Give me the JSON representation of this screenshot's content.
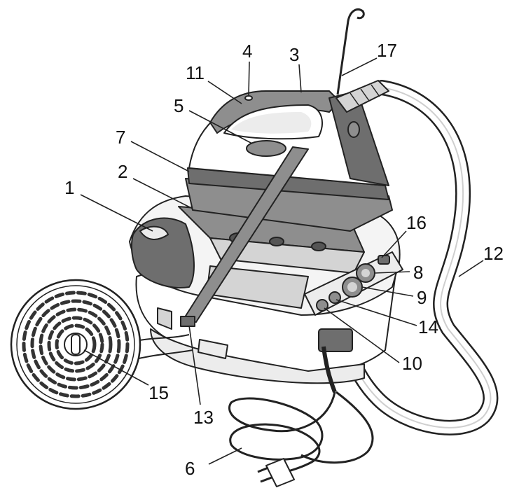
{
  "diagram": {
    "colors": {
      "dark_grey": "#6e6e6e",
      "mid_grey": "#8e8e8e",
      "light_grey": "#d4d4d4",
      "pale_grey": "#ececec",
      "white": "#ffffff",
      "outline": "#222222"
    },
    "callouts": [
      {
        "id": "1",
        "text": "1"
      },
      {
        "id": "2",
        "text": "2"
      },
      {
        "id": "3",
        "text": "3"
      },
      {
        "id": "4",
        "text": "4"
      },
      {
        "id": "5",
        "text": "5"
      },
      {
        "id": "6",
        "text": "6"
      },
      {
        "id": "7",
        "text": "7"
      },
      {
        "id": "8",
        "text": "8"
      },
      {
        "id": "9",
        "text": "9"
      },
      {
        "id": "10",
        "text": "10"
      },
      {
        "id": "11",
        "text": "11"
      },
      {
        "id": "12",
        "text": "12"
      },
      {
        "id": "13",
        "text": "13"
      },
      {
        "id": "14",
        "text": "14"
      },
      {
        "id": "15",
        "text": "15"
      },
      {
        "id": "16",
        "text": "16"
      },
      {
        "id": "17",
        "text": "17"
      }
    ]
  }
}
